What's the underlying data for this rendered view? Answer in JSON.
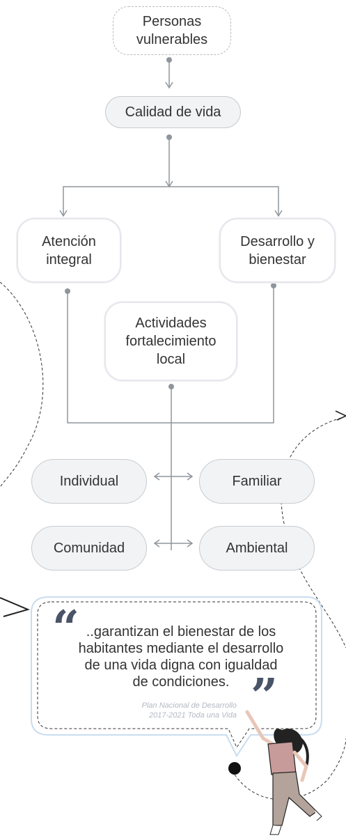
{
  "nodes": {
    "top": [
      "Personas",
      "vulnerables"
    ],
    "quality": "Calidad de vida",
    "attention": [
      "Atención",
      "integral"
    ],
    "development": [
      "Desarrollo y",
      "bienestar"
    ],
    "activities": [
      "Actividades",
      "fortalecimiento",
      "local"
    ],
    "individual": "Individual",
    "familiar": "Familiar",
    "comunidad": "Comunidad",
    "ambiental": "Ambiental"
  },
  "quote": {
    "open_mark": "“",
    "close_mark": "”",
    "lines": [
      "..garantizan el bienestar de los",
      "habitantes mediante el desarrollo",
      "de una vida digna con igualdad",
      "de condiciones."
    ],
    "source": [
      "Plan Nacional de Desarrollo",
      "2017-2021 Toda una Vida"
    ]
  },
  "colors": {
    "connector": "#8f959c",
    "pill_fill": "#f1f3f5",
    "quote_mark": "#4a5468",
    "quote_border": "#c9dcef",
    "figure_shirt": "#c89b9b",
    "figure_pants": "#b3a39a"
  },
  "icons": {
    "arrow_down": "arrow-down-icon",
    "double_arrow": "double-arrow-icon",
    "figure": "woman-illustration"
  }
}
